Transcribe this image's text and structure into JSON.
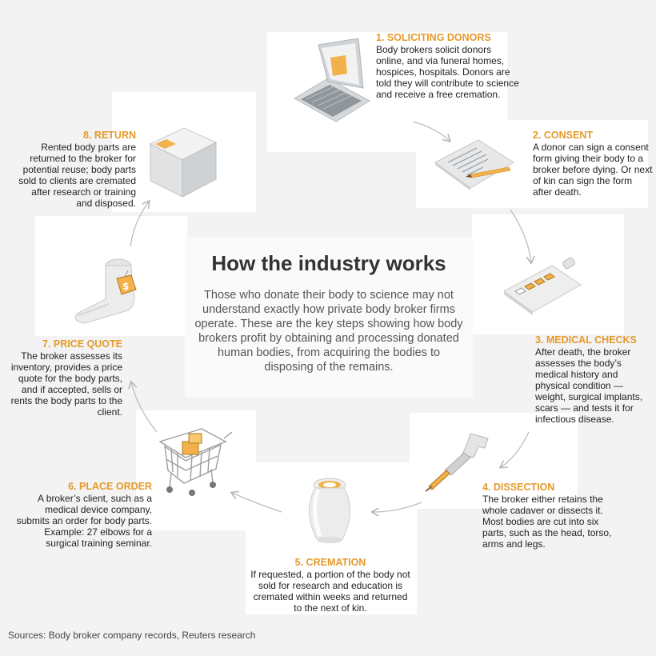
{
  "title": "How the industry works",
  "intro": "Those who donate their body to science may not understand exactly how private body broker firms operate. These are the key steps showing how body brokers profit by obtaining and processing donated human bodies, from acquiring the bodies to disposing of the remains.",
  "steps": [
    {
      "heading": "1. SOLICITING DONORS",
      "text": "Body brokers solicit donors online, and via funeral homes, hospices, hospitals. Donors are told they will contribute to science and receive a free cremation.",
      "icon": "laptop-icon"
    },
    {
      "heading": "2. CONSENT",
      "text": "A donor can sign a consent form giving their body to a broker before dying. Or next of kin can sign the form after death.",
      "icon": "consent-form-icon"
    },
    {
      "heading": "3. MEDICAL CHECKS",
      "text": "After death, the broker assesses the body’s medical history and physical condition — weight, surgical implants, scars — and tests it for infectious disease.",
      "icon": "clipboard-icon"
    },
    {
      "heading": "4. DISSECTION",
      "text": "The broker either retains the whole cadaver or dissects it. Most bodies are cut into six parts, such as the head, torso, arms and legs.",
      "icon": "saw-icon"
    },
    {
      "heading": "5. CREMATION",
      "text": "If requested, a portion of the body not sold for research and education is cremated within weeks and returned to the next of kin.",
      "icon": "urn-icon"
    },
    {
      "heading": "6. PLACE ORDER",
      "text": "A broker’s client, such as a medical device company, submits an order for body parts. Example: 27 elbows for a surgical training seminar.",
      "icon": "shopping-cart-icon"
    },
    {
      "heading": "7. PRICE QUOTE",
      "text": "The broker assesses its inventory, provides a price quote for the body parts, and if accepted, sells or rents the body parts to the client.",
      "icon": "foot-price-tag-icon"
    },
    {
      "heading": "8. RETURN",
      "text": "Rented body parts are returned to the broker for potential reuse; body parts sold to clients are cremated after research or training and disposed.",
      "icon": "box-icon"
    }
  ],
  "source": "Sources: Body broker company records, Reuters research",
  "colors": {
    "accent": "#e59a2b",
    "background": "#f3f3f3",
    "panel": "#ffffff",
    "arrow": "#bbbbbb"
  }
}
